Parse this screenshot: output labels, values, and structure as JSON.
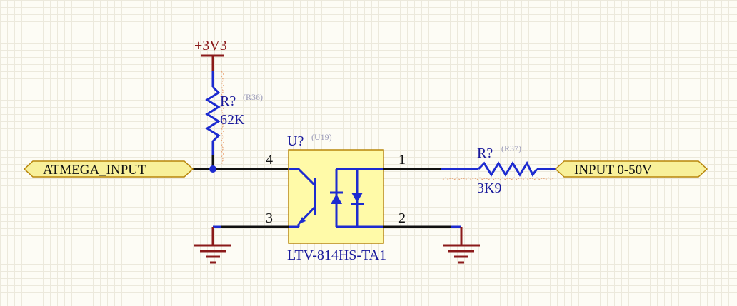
{
  "power": {
    "net": "+3V3"
  },
  "ports": {
    "left": "ATMEGA_INPUT",
    "right": "INPUT 0-50V"
  },
  "r36": {
    "designator": "R?",
    "ref": "(R36)",
    "value": "62K"
  },
  "r37": {
    "designator": "R?",
    "ref": "(R37)",
    "value": "3K9"
  },
  "u19": {
    "designator": "U?",
    "ref": "(U19)",
    "part": "LTV-814HS-TA1",
    "pins": {
      "p1": "1",
      "p2": "2",
      "p3": "3",
      "p4": "4"
    }
  },
  "colors": {
    "background": "#fdfcf5",
    "grid": "#ece9dc",
    "wire": "#111111",
    "component": "#1d2bd0",
    "power": "#8b1a1a",
    "port_fill": "#f8f09a",
    "component_fill": "#fffaa8"
  }
}
